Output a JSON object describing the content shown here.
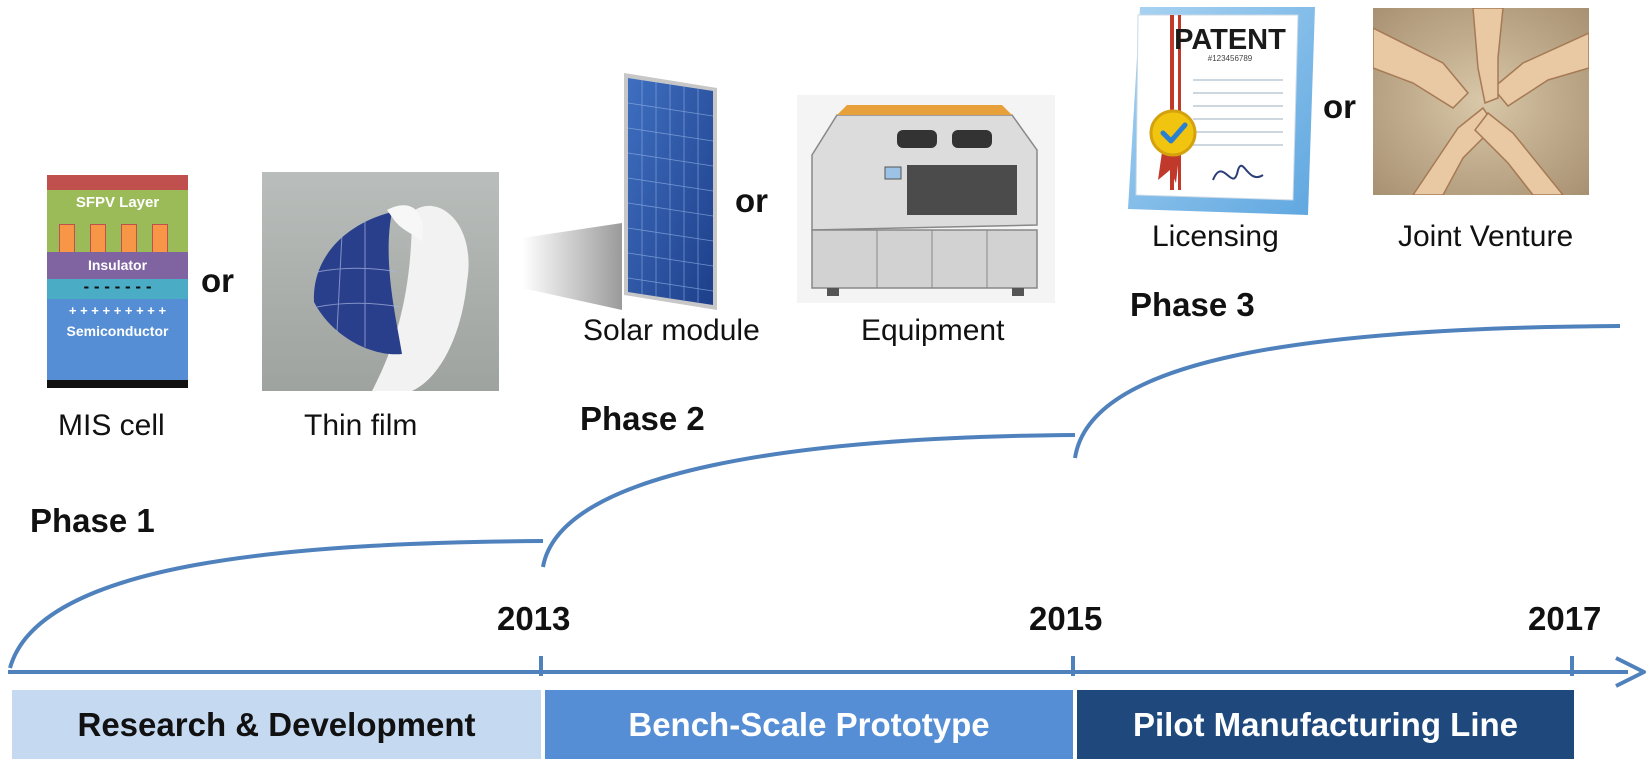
{
  "phases": {
    "phase1": "Phase 1",
    "phase2": "Phase 2",
    "phase3": "Phase 3"
  },
  "or_label": "or",
  "phase1_items": {
    "mis_cell": {
      "caption": "MIS cell",
      "layers": {
        "sfpv": "SFPV Layer",
        "insulator": "Insulator",
        "minus": "- - - - - - -",
        "plus": "+ + + + + + + + +",
        "semiconductor": "Semiconductor"
      }
    },
    "thin_film": {
      "caption": "Thin film"
    }
  },
  "phase2_items": {
    "solar_module": {
      "caption": "Solar module"
    },
    "equipment": {
      "caption": "Equipment"
    }
  },
  "phase3_items": {
    "licensing": {
      "caption": "Licensing",
      "patent_title": "PATENT",
      "patent_number": "#123456789"
    },
    "joint_venture": {
      "caption": "Joint Venture"
    }
  },
  "years": [
    "2013",
    "2015",
    "2017"
  ],
  "stages": [
    {
      "label": "Research & Development",
      "color": "#c5d9f1",
      "text_color": "#111111"
    },
    {
      "label": "Bench-Scale Prototype",
      "color": "#558ed5",
      "text_color": "#ffffff"
    },
    {
      "label": "Pilot Manufacturing Line",
      "color": "#1f497d",
      "text_color": "#ffffff"
    }
  ],
  "colors": {
    "curve": "#4f81bd",
    "axis": "#4f81bd"
  }
}
